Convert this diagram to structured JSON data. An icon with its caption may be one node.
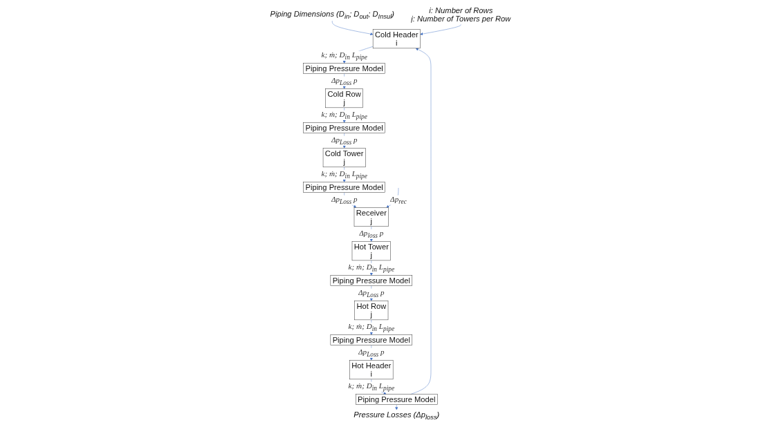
{
  "diagram": {
    "nodes": [
      {
        "text": [
          "Piping Dimensions (D$_{in}$; D$_{out}$; D$_{Insul}$)"
        ]
      },
      {
        "text": [
          "i: Number of Rows",
          "j: Number of Towers per Row"
        ]
      },
      {
        "text": [
          "Cold Header",
          "i"
        ]
      },
      {
        "text": [
          "Piping Pressure Model"
        ]
      },
      {
        "text": [
          "Cold Row",
          "j"
        ]
      },
      {
        "text": [
          "Piping Pressure Model"
        ]
      },
      {
        "text": [
          "Cold Tower",
          "j"
        ]
      },
      {
        "text": [
          "Piping Pressure Model"
        ]
      },
      {
        "text": [
          "Receiver",
          "j"
        ]
      },
      {
        "text": [
          "Hot Tower",
          "j"
        ]
      },
      {
        "text": [
          "Piping Pressure Model"
        ]
      },
      {
        "text": [
          "Hot Row",
          "j"
        ]
      },
      {
        "text": [
          "Piping Pressure Model"
        ]
      },
      {
        "text": [
          "Hot Header",
          "i"
        ]
      },
      {
        "text": [
          "Piping Pressure Model"
        ]
      },
      {
        "text": [
          "Pressure Losses (Δp$_{loss}$)"
        ]
      }
    ],
    "edges": [
      {
        "from": 0,
        "to": 2,
        "arrow": "to"
      },
      {
        "from": 1,
        "to": 2,
        "arrow": "to"
      },
      {
        "from": 2,
        "to": 3,
        "arrow": "to",
        "label": "k; ṁ; D$_{in}$ L$_{pipe}$"
      },
      {
        "from": 3,
        "to": 4,
        "arrow": "to",
        "label": "Δp$_{Loss}$ p"
      },
      {
        "from": 4,
        "to": 5,
        "arrow": "to",
        "label": "k; ṁ; D$_{in}$ L$_{pipe}$"
      },
      {
        "from": 5,
        "to": 6,
        "arrow": "to",
        "label": "Δp$_{Loss}$ p"
      },
      {
        "from": 6,
        "to": 7,
        "arrow": "to",
        "label": "k; ṁ; D$_{in}$ L$_{pipe}$"
      },
      {
        "from": 7,
        "to": 8,
        "arrow": "to",
        "label": "Δp$_{Loss}$ p"
      },
      {
        "from": null,
        "to": 8,
        "arrow": "to",
        "label": "Δp$_{rec}$"
      },
      {
        "from": 8,
        "to": 9,
        "arrow": "to",
        "label": "Δp$_{loss}$ p"
      },
      {
        "from": 9,
        "to": 10,
        "arrow": "to",
        "label": "k; ṁ; D$_{in}$ L$_{pipe}$"
      },
      {
        "from": 10,
        "to": 11,
        "arrow": "to",
        "label": "Δp$_{Loss}$ p"
      },
      {
        "from": 11,
        "to": 12,
        "arrow": "to",
        "label": "k; ṁ; D$_{in}$ L$_{pipe}$"
      },
      {
        "from": 12,
        "to": 13,
        "arrow": "to",
        "label": "Δp$_{Loss}$ p"
      },
      {
        "from": 13,
        "to": 14,
        "arrow": "to",
        "label": "k; ṁ; D$_{in}$ L$_{pipe}$"
      },
      {
        "from": 14,
        "to": 15,
        "arrow": "to"
      },
      {
        "from": 14,
        "to": 2,
        "arrow": "to"
      }
    ]
  }
}
